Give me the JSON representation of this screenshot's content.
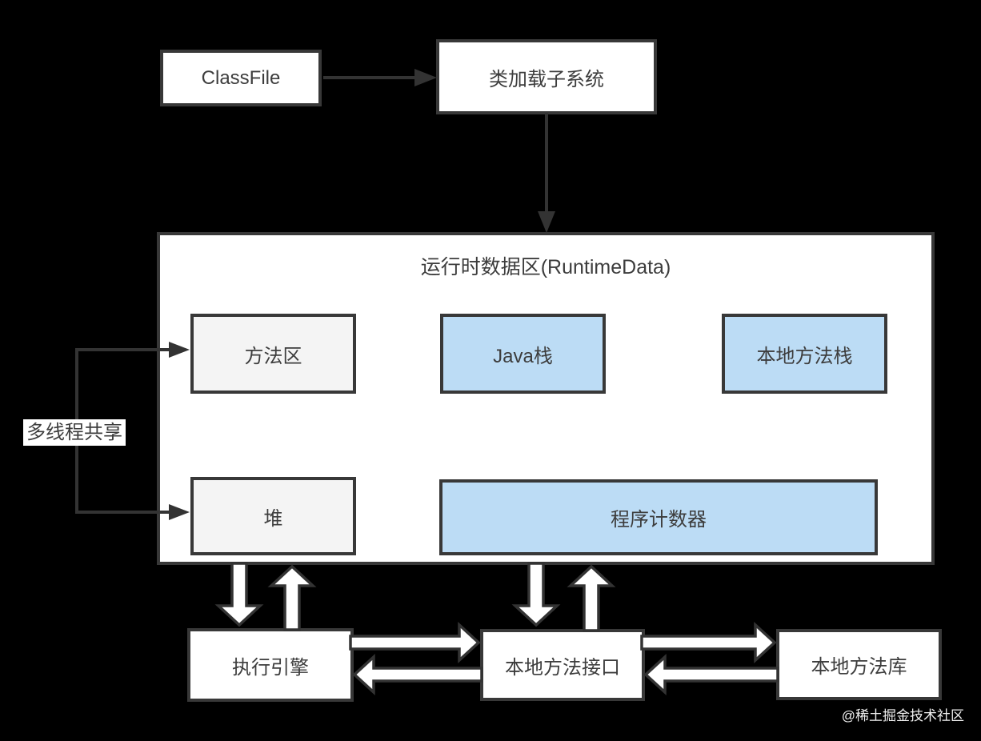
{
  "diagram": {
    "title": "运行时数据区(RuntimeData)",
    "nodes": {
      "classfile": {
        "label": "ClassFile"
      },
      "class_loader": {
        "label": "类加载子系统"
      },
      "method_area": {
        "label": "方法区"
      },
      "java_stack": {
        "label": "Java栈"
      },
      "native_method_stack": {
        "label": "本地方法栈"
      },
      "heap": {
        "label": "堆"
      },
      "program_counter": {
        "label": "程序计数器"
      },
      "execution_engine": {
        "label": "执行引擎"
      },
      "native_method_interface": {
        "label": "本地方法接口"
      },
      "native_method_library": {
        "label": "本地方法库"
      }
    },
    "annotations": {
      "shared_label": "多线程共享",
      "watermark": "@稀土掘金技术社区"
    },
    "colors": {
      "background": "#000000",
      "border": "#383838",
      "text": "#3d3d3d",
      "box_white": "#ffffff",
      "box_gray": "#f4f4f4",
      "box_blue": "#bcdcf5",
      "watermark_text": "#f0f0f0"
    }
  }
}
